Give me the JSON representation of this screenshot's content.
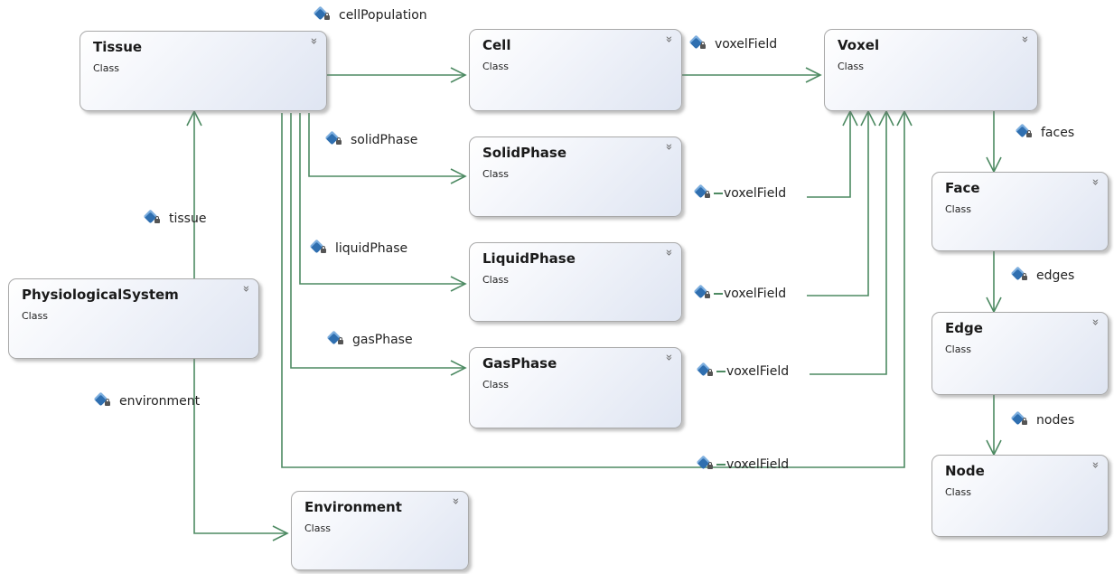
{
  "classes": {
    "tissue": {
      "name": "Tissue",
      "kind": "Class"
    },
    "cell": {
      "name": "Cell",
      "kind": "Class"
    },
    "voxel": {
      "name": "Voxel",
      "kind": "Class"
    },
    "solid_phase": {
      "name": "SolidPhase",
      "kind": "Class"
    },
    "face": {
      "name": "Face",
      "kind": "Class"
    },
    "liquid_phase": {
      "name": "LiquidPhase",
      "kind": "Class"
    },
    "physiological_system": {
      "name": "PhysiologicalSystem",
      "kind": "Class"
    },
    "edge": {
      "name": "Edge",
      "kind": "Class"
    },
    "gas_phase": {
      "name": "GasPhase",
      "kind": "Class"
    },
    "node": {
      "name": "Node",
      "kind": "Class"
    },
    "environment": {
      "name": "Environment",
      "kind": "Class"
    }
  },
  "collapse_glyph": "»",
  "associations": {
    "cell_population": "cellPopulation",
    "cell_voxel_field": "voxelField",
    "solid_phase": "solidPhase",
    "solid_voxel_field": "voxelField",
    "liquid_phase": "liquidPhase",
    "liquid_voxel_field": "voxelField",
    "gas_phase": "gasPhase",
    "gas_voxel_field": "voxelField",
    "tissue_voxel_field": "voxelField",
    "faces": "faces",
    "edges": "edges",
    "nodes": "nodes",
    "tissue": "tissue",
    "environment": "environment"
  },
  "icon": "property-lock-icon",
  "colors": {
    "connector": "#4d8a62",
    "icon_blue": "#2f6fb0",
    "box_border": "#a9a9a9"
  }
}
